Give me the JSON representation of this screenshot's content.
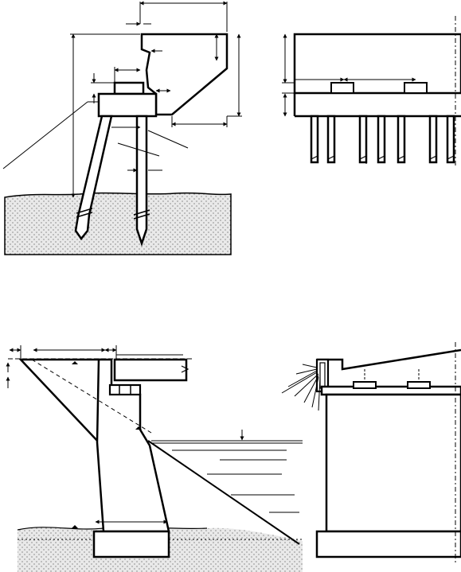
{
  "figure": {
    "panels": [
      {
        "key": "upper-side-elevation",
        "label": ""
      },
      {
        "key": "upper-front-elevation",
        "label": ""
      },
      {
        "key": "lower-side-section",
        "label": ""
      },
      {
        "key": "lower-front-elevation",
        "label": ""
      }
    ],
    "palette": {
      "ink": "#000000",
      "paper": "#ffffff",
      "soil_fill": "#e9e9e9",
      "soil_dot": "#555555"
    }
  }
}
